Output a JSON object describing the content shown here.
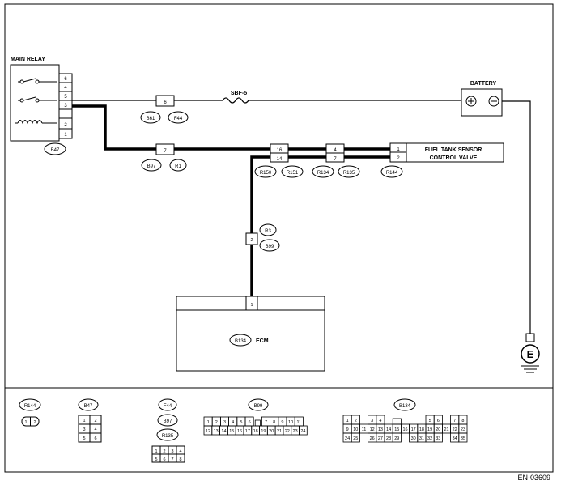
{
  "diagram_id": "EN-03609",
  "main_relay": {
    "title": "MAIN RELAY",
    "pins": [
      "6",
      "4",
      "5",
      "3",
      "2",
      "1"
    ],
    "connector": "B47"
  },
  "battery": {
    "title": "BATTERY",
    "plus": "⊕",
    "minus": "⊖"
  },
  "fuse": {
    "label": "SBF-5"
  },
  "connectors": {
    "c6": {
      "pin": "6",
      "tags": [
        "B61",
        "F44"
      ]
    },
    "c7": {
      "pin": "7",
      "tags": [
        "B97",
        "R1"
      ]
    },
    "c16": {
      "pins": [
        "16",
        "14"
      ],
      "tags": [
        "R150",
        "R151"
      ]
    },
    "c4": {
      "pins": [
        "4",
        "7"
      ],
      "tags": [
        "R134",
        "R135"
      ]
    },
    "r3": {
      "pin": "2",
      "tags": [
        "R3",
        "B99"
      ]
    }
  },
  "valve": {
    "pins": [
      "1",
      "2"
    ],
    "title_line1": "FUEL TANK SENSOR",
    "title_line2": "CONTROL VALVE",
    "connector": "R144"
  },
  "ecm": {
    "connector": "B134",
    "title": "ECM",
    "pin": "1"
  },
  "ground": {
    "label": "E"
  },
  "legend": {
    "r144": {
      "name": "R144",
      "pins": [
        "1",
        "2"
      ]
    },
    "b47": {
      "name": "B47",
      "rows": [
        [
          "1",
          "2"
        ],
        [
          "3",
          "4"
        ],
        [
          "5",
          "6"
        ]
      ]
    },
    "f44": {
      "name": "F44"
    },
    "b97": {
      "name": "B97"
    },
    "r135": {
      "name": "R135",
      "rows": [
        [
          "1",
          "2",
          "3",
          "4"
        ],
        [
          "5",
          "6",
          "7",
          "8"
        ]
      ]
    },
    "b99": {
      "name": "B99",
      "row1": [
        "1",
        "2",
        "3",
        "4",
        "5",
        "6",
        "",
        "7",
        "8",
        "9",
        "10",
        "11"
      ],
      "row2": [
        "12",
        "13",
        "14",
        "15",
        "16",
        "17",
        "18",
        "19",
        "20",
        "21",
        "22",
        "23",
        "24"
      ]
    },
    "b134": {
      "name": "B134",
      "row1": [
        "1",
        "2",
        "",
        "3",
        "4",
        "",
        "",
        "",
        "",
        "",
        "5",
        "6",
        "",
        "7",
        "8"
      ],
      "row2": [
        "9",
        "10",
        "11",
        "12",
        "13",
        "14",
        "15",
        "16",
        "17",
        "18",
        "19",
        "20",
        "21",
        "22",
        "23"
      ],
      "row3": [
        "24",
        "25",
        "",
        "26",
        "27",
        "28",
        "29",
        "",
        "30",
        "31",
        "32",
        "33",
        "",
        "34",
        "35"
      ]
    }
  }
}
